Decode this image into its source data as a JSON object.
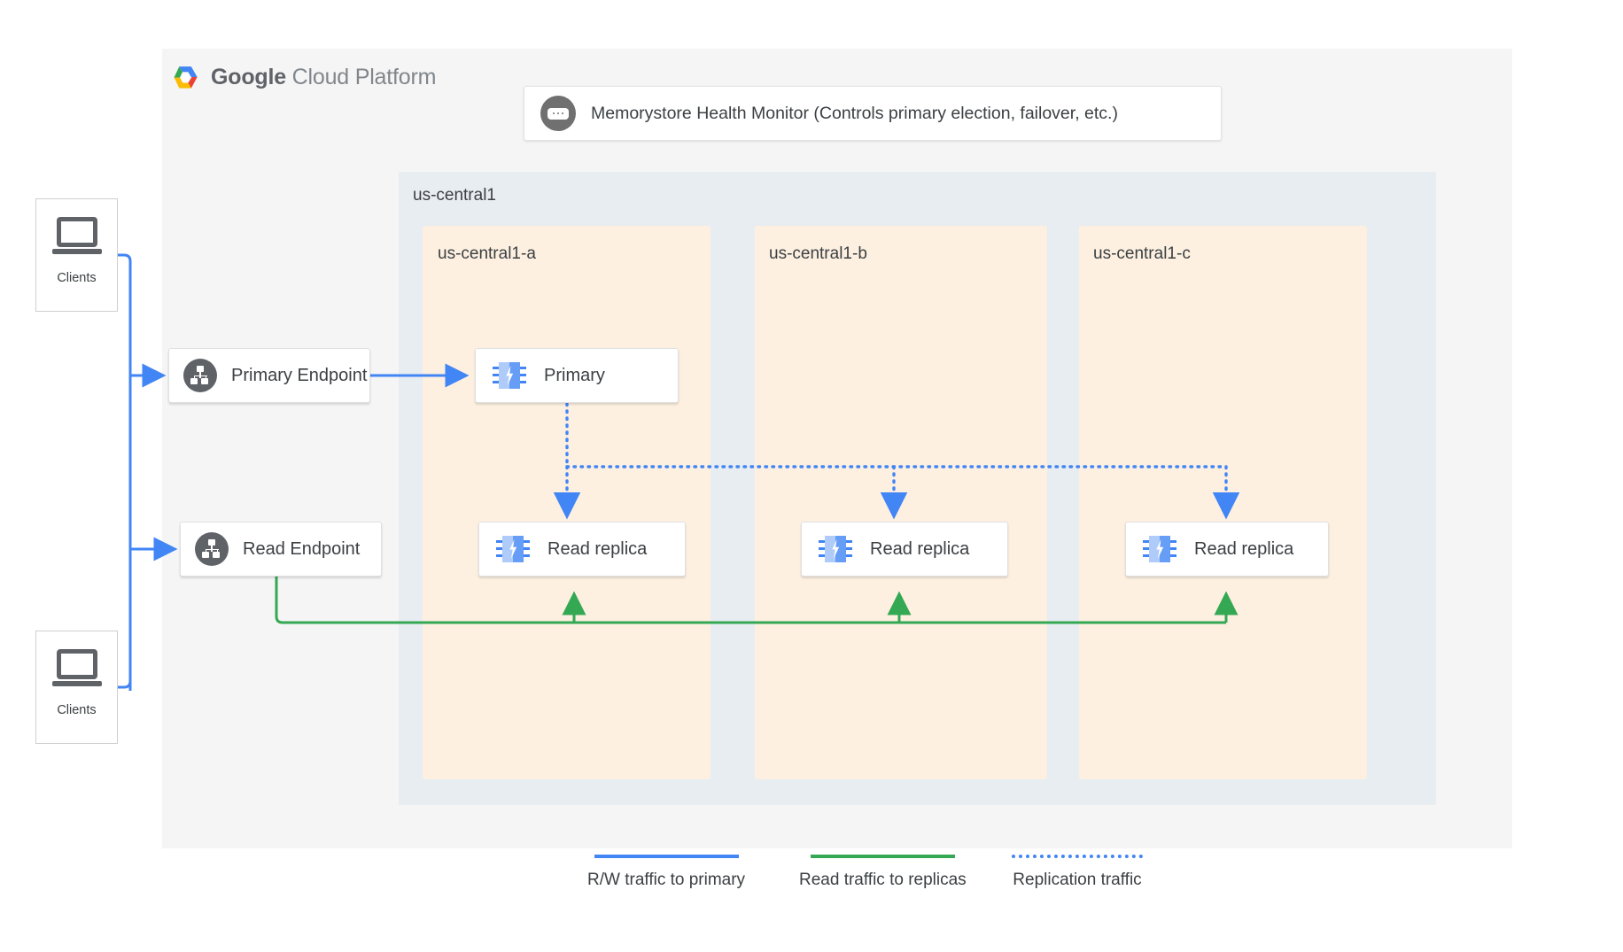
{
  "brand": {
    "logo_icon": "google-cloud-hexagon-logo",
    "name_bold": "Google",
    "name_light": " Cloud Platform",
    "colors": {
      "blue": "#4285f4",
      "green": "#34a853",
      "yellow": "#fbbc04",
      "red": "#ea4335",
      "gray_icon": "#5f6368",
      "zone_fill": "#fdf0e1",
      "region_fill": "#e8edf1",
      "panel_fill": "#f5f5f5",
      "replica_blue": "#669df6"
    }
  },
  "health_monitor": {
    "icon": "chat-dots-icon",
    "label": "Memorystore Health Monitor (Controls primary election, failover, etc.)"
  },
  "region": {
    "label": "us-central1",
    "zones": [
      {
        "label": "us-central1-a",
        "node": {
          "icon": "memorystore-chip-icon",
          "label": "Primary"
        },
        "replica": {
          "icon": "memorystore-chip-icon",
          "label": "Read replica"
        }
      },
      {
        "label": "us-central1-b",
        "replica": {
          "icon": "memorystore-chip-icon",
          "label": "Read replica"
        }
      },
      {
        "label": "us-central1-c",
        "replica": {
          "icon": "memorystore-chip-icon",
          "label": "Read replica"
        }
      }
    ]
  },
  "endpoints": [
    {
      "icon": "hierarchy-icon",
      "label": "Primary Endpoint"
    },
    {
      "icon": "hierarchy-icon",
      "label": "Read Endpoint"
    }
  ],
  "clients": [
    {
      "icon": "laptop-icon",
      "label": "Clients"
    },
    {
      "icon": "laptop-icon",
      "label": "Clients"
    }
  ],
  "legend": [
    {
      "style": "solid-blue",
      "color": "#4285f4",
      "label": "R/W traffic to primary"
    },
    {
      "style": "solid-green",
      "color": "#34a853",
      "label": "Read traffic to replicas"
    },
    {
      "style": "dotted-blue",
      "color": "#4285f4",
      "label": "Replication traffic"
    }
  ]
}
